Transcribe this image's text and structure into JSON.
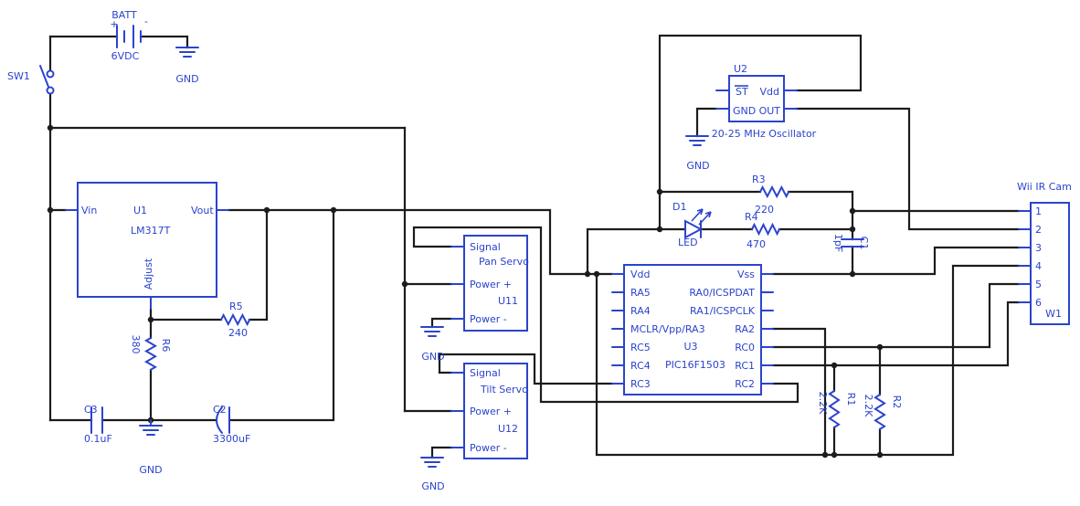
{
  "colors": {
    "wire": "#1c1c1c",
    "component": "#2b44cc",
    "background": "#ffffff"
  },
  "battery": {
    "ref": "BATT",
    "voltage": "6VDC",
    "plus": "+",
    "minus": "-",
    "gnd": "GND"
  },
  "switch": {
    "ref": "SW1"
  },
  "regulator": {
    "ref": "U1",
    "part": "LM317T",
    "pin_in": "Vin",
    "pin_out": "Vout",
    "pin_adjust": "Adjust"
  },
  "resistors": {
    "r1": {
      "ref": "R1",
      "value": "2.2K"
    },
    "r2": {
      "ref": "R2",
      "value": "2.2K"
    },
    "r3": {
      "ref": "R3",
      "value": "220"
    },
    "r4": {
      "ref": "R4",
      "value": "470"
    },
    "r5": {
      "ref": "R5",
      "value": "240"
    },
    "r6": {
      "ref": "R6",
      "value": "380"
    }
  },
  "capacitors": {
    "c1": {
      "ref": "C1",
      "value": "1pF"
    },
    "c2": {
      "ref": "C2",
      "value": "3300uF"
    },
    "c3": {
      "ref": "C3",
      "value": "0.1uF"
    }
  },
  "led": {
    "ref": "D1",
    "label": "LED"
  },
  "oscillator": {
    "ref": "U2",
    "description": "20-25 MHz Oscillator",
    "pin_st": "ST",
    "pin_vdd": "Vdd",
    "pin_gnd": "GND",
    "pin_out": "OUT",
    "gnd": "GND"
  },
  "mcu": {
    "ref": "U3",
    "part": "PIC16F1503",
    "left_pins": [
      "Vdd",
      "RA5",
      "RA4",
      "MCLR/Vpp/RA3",
      "RC5",
      "RC4",
      "RC3"
    ],
    "right_pins": [
      "Vss",
      "RA0/ICSPDAT",
      "RA1/ICSPCLK",
      "RA2",
      "RC0",
      "RC1",
      "RC2"
    ]
  },
  "pan_servo": {
    "ref": "U11",
    "name": "Pan Servo",
    "pin_signal": "Signal",
    "pin_power_plus": "Power +",
    "pin_power_minus": "Power -",
    "gnd": "GND"
  },
  "tilt_servo": {
    "ref": "U12",
    "name": "Tilt Servo",
    "pin_signal": "Signal",
    "pin_power_plus": "Power +",
    "pin_power_minus": "Power -",
    "gnd": "GND"
  },
  "camera": {
    "ref": "W1",
    "name": "Wii IR Cam",
    "pins": [
      "1",
      "2",
      "3",
      "4",
      "5",
      "6"
    ]
  },
  "ground_main": "GND"
}
